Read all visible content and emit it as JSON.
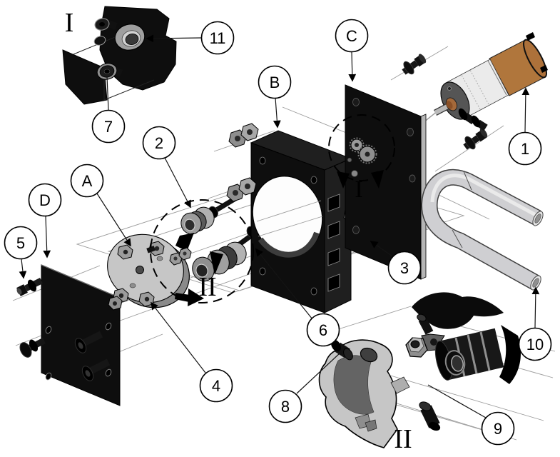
{
  "figure": {
    "kind": "exploded-assembly-diagram",
    "background": "#ffffff"
  },
  "callouts": {
    "n1": {
      "label": "1"
    },
    "n2": {
      "label": "2"
    },
    "n3": {
      "label": "3"
    },
    "n4": {
      "label": "4"
    },
    "n5": {
      "label": "5"
    },
    "n6": {
      "label": "6"
    },
    "n7": {
      "label": "7"
    },
    "n8": {
      "label": "8"
    },
    "n9": {
      "label": "9"
    },
    "n10": {
      "label": "10"
    },
    "n11": {
      "label": "11"
    },
    "lA": {
      "label": "A"
    },
    "lB": {
      "label": "B"
    },
    "lC": {
      "label": "C"
    },
    "lD": {
      "label": "D"
    }
  },
  "detail_views": {
    "view1_title": "I",
    "view1_marker": "I",
    "view2_marker": "II",
    "view2_title": "II"
  },
  "colors": {
    "background": "#ffffff",
    "part_black": "#0e0e0e",
    "metal_light": "#c6c6c6",
    "metal_mid": "#9a9a9a",
    "motor_copper": "#b0763c",
    "gearbox_white": "#ebebeb",
    "tube_gray": "#cfcfd2",
    "outline": "#000000"
  }
}
